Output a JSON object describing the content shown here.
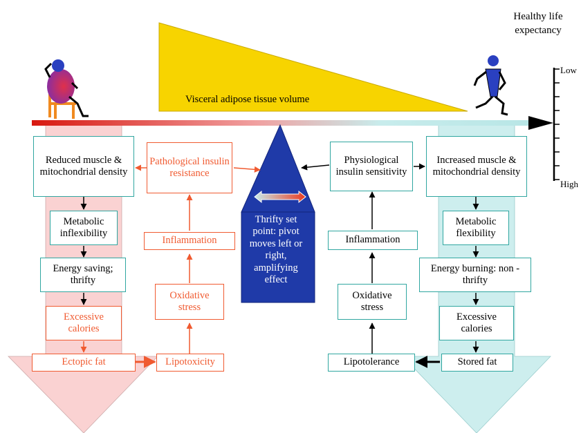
{
  "colors": {
    "teal_border": "#2fa6a0",
    "red_text": "#f05a30",
    "left_arrow_fill": "#fad2d2",
    "right_arrow_fill": "#cdeeee",
    "triangle_yellow": "#f7d400",
    "pivot_blue": "#1f3aa8"
  },
  "header": {
    "vat_label": "Visceral adipose tissue volume",
    "healthy_life_label": "Healthy life expectancy",
    "scale_low": "Low",
    "scale_high": "High"
  },
  "pivot": {
    "text": "Thrifty set point: pivot moves left or right, amplifying effect"
  },
  "left_column": {
    "reduced_muscle": "Reduced muscle & mitochondrial density",
    "metabolic_inflexibility": "Metabolic inflexibility",
    "energy_saving": "Energy saving; thrifty",
    "excessive_calories": "Excessive calories",
    "ectopic_fat": "Ectopic fat"
  },
  "left_pathway": {
    "pathological_ir": "Pathological insulin resistance",
    "inflammation": "Inflammation",
    "oxidative_stress": "Oxidative stress",
    "lipotoxicity": "Lipotoxicity"
  },
  "right_pathway": {
    "physiological_is": "Physiological insulin sensitivity",
    "inflammation": "Inflammation",
    "oxidative_stress": "Oxidative stress",
    "lipotolerance": "Lipotolerance"
  },
  "right_column": {
    "increased_muscle": "Increased muscle & mitochondrial density",
    "metabolic_flexibility": "Metabolic flexibility",
    "energy_burning": "Energy burning: non -thrifty",
    "excessive_calories": "Excessive calories",
    "stored_fat": "Stored fat"
  }
}
